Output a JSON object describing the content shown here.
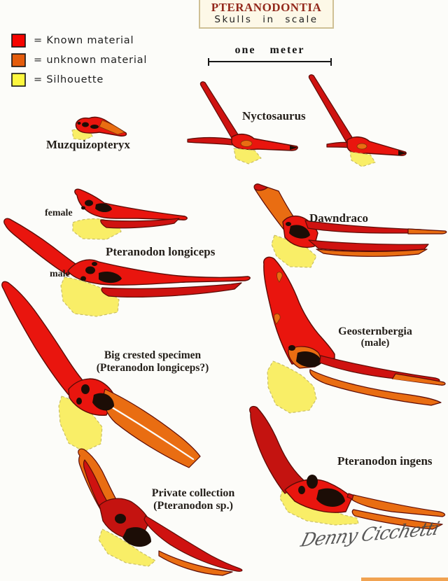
{
  "header": {
    "title": "PTERANODONTIA",
    "subtitle": "Skulls in scale"
  },
  "legend": {
    "known": "= Known material",
    "unknown": "= unknown material",
    "silhouette": "= Silhouette",
    "known_color": "#f60400",
    "unknown_color": "#e45c0d",
    "silhouette_color": "#fdf73f"
  },
  "scale_bar": {
    "label": "one meter"
  },
  "labels": {
    "muzquizopteryx": "Muzquizopteryx",
    "nyctosaurus": "Nyctosaurus",
    "longiceps": "Pteranodon longiceps",
    "longiceps_female": "female",
    "longiceps_male": "male",
    "dawndraco": "Dawndraco",
    "big_crested_line1": "Big crested specimen",
    "big_crested_line2": "(Pteranodon longiceps?)",
    "geosternbergia_line1": "Geosternbergia",
    "geosternbergia_line2": "(male)",
    "ingens": "Pteranodon ingens",
    "private_line1": "Private collection",
    "private_line2": "(Pteranodon sp.)"
  },
  "signature": "Denny Cicchetti",
  "palette": {
    "known_material_red": "#e9150e",
    "unknown_material_orange": "#e96d12",
    "silhouette_yellow": "#f9ee67",
    "outline": "#5c0c07",
    "fenestra_black": "#1c0d06",
    "title_red": "#93291c",
    "box_cream": "#fdf8e7"
  }
}
